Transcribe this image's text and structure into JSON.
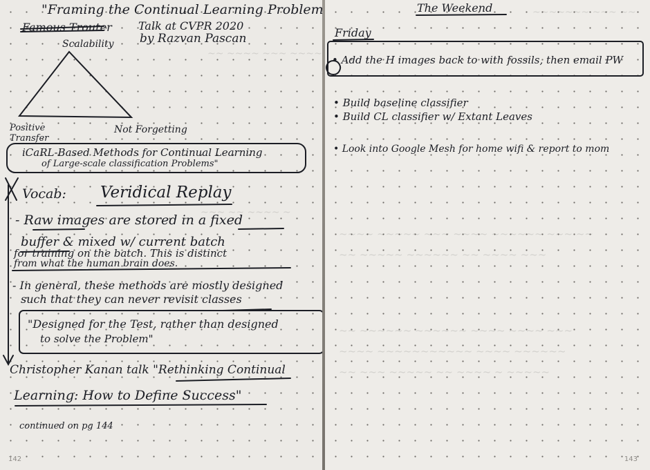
{
  "left_page": {
    "header": "\"Framing the Continual Learning Problem\"",
    "crossed_word": "Famous Trouter",
    "talk_line1": "Talk at CVPR 2020",
    "talk_line2": "by Razvan Pascan",
    "triangle": {
      "top": "Scalability",
      "left": "Positive Transfer",
      "right": "Not Forgetting"
    },
    "box_title_line1": "iCaRL-Based Methods for Continual Learning",
    "box_title_line2": "of Large-scale classification Problems\"",
    "vocab_label": "Vocab:",
    "vocab_term": "Veridical Replay",
    "def_line1": "- Raw images are stored in a fixed",
    "def_line2": "buffer & mixed w/ current batch",
    "def_line3": "for training on the batch. This is distinct",
    "def_line4": "from what the human brain does.",
    "general_line1": "- In general, these methods are mostly designed",
    "general_line2": "such that they can never revisit classes",
    "quote_line1": "\"Designed for the Test, rather than designed",
    "quote_line2": "to solve the Problem\"",
    "kanan_line1": "Christopher Kanan talk \"Rethinking Continual",
    "kanan_line2": "Learning: How to Define Success\"",
    "continued": "continued on pg 144",
    "page_number": "142"
  },
  "right_page": {
    "header": "The Weekend",
    "day": "Friday",
    "item1": "• Add the H images back to with fossils, then email PW",
    "item2_line1": "• Build baseline classifier",
    "item2_line2": "• Build CL classifier w/ Extant Leaves",
    "item3": "• Look into Google Mesh for home wifi & report to mom",
    "page_number": "143"
  }
}
